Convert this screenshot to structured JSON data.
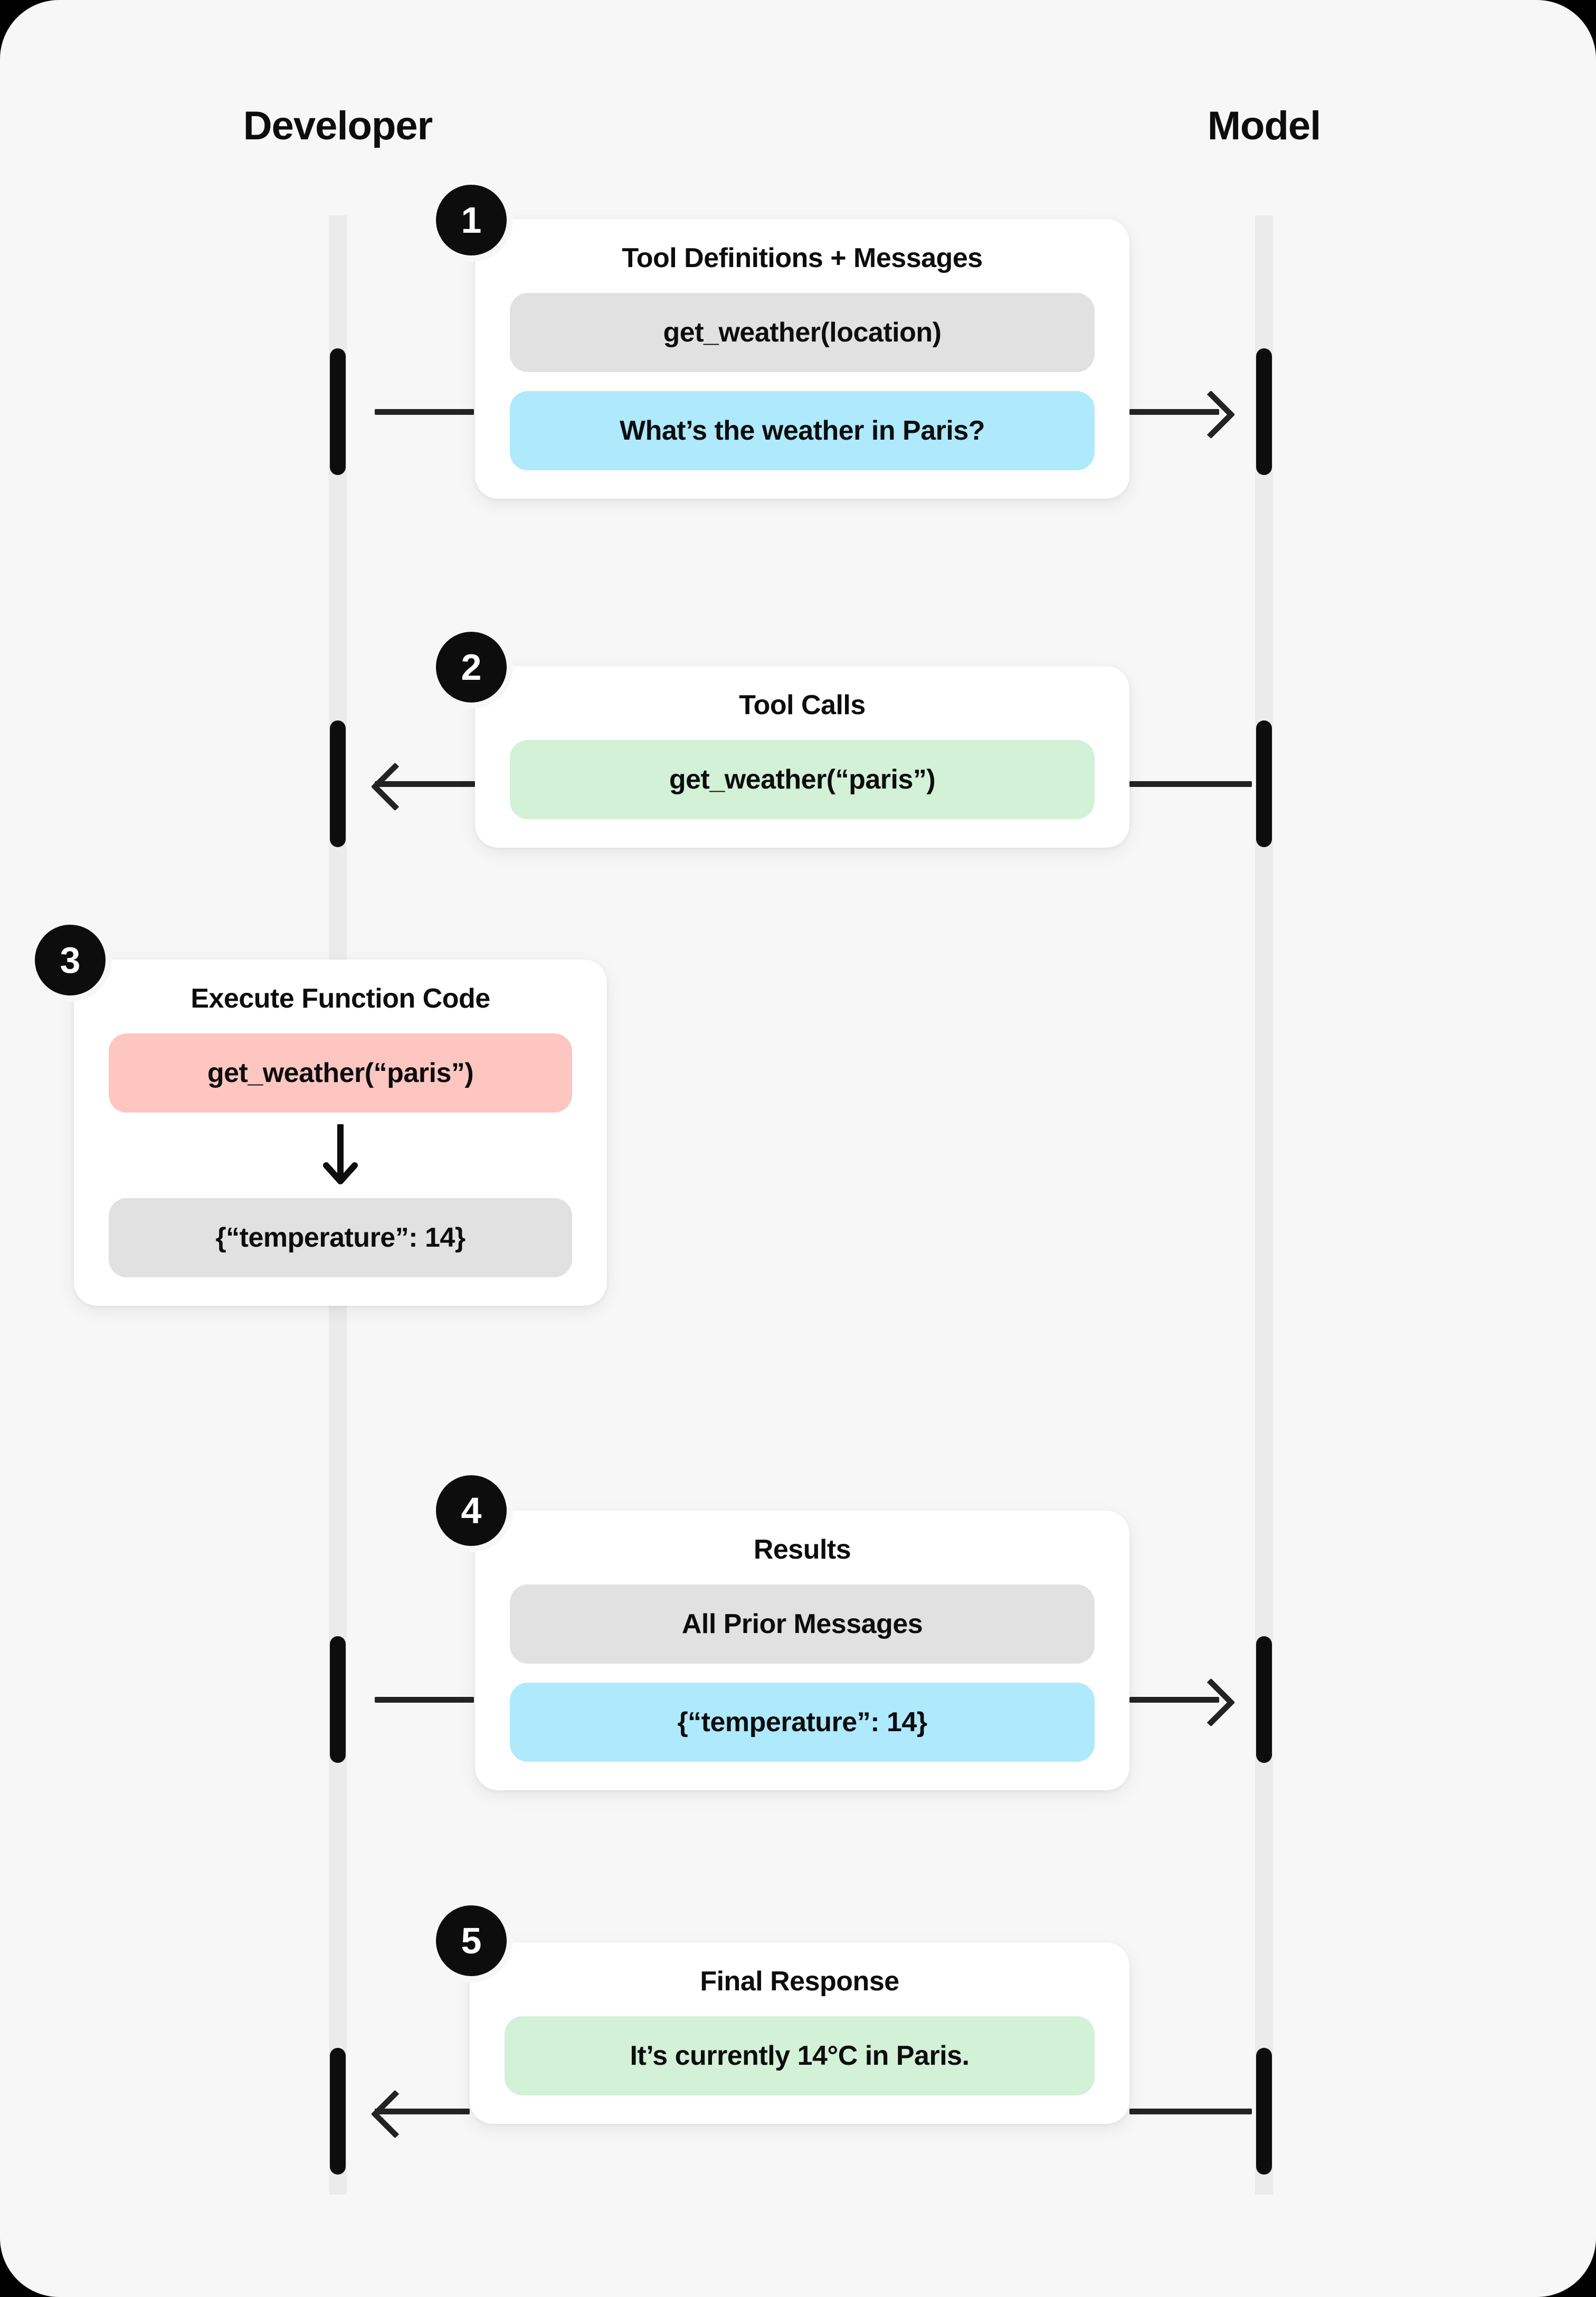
{
  "columns": {
    "left_label": "Developer",
    "right_label": "Model"
  },
  "colors": {
    "page_background": "#F7F7F7",
    "card_background": "#FFFFFF",
    "lifeline": "#EBEBEB",
    "ink": "#0D0D0D",
    "arrow": "#232323",
    "pill_gray": "#E1E1E1",
    "pill_blue": "#AEE9FC",
    "pill_green": "#D2F1D7",
    "pill_pink": "#FDC6C1"
  },
  "steps": [
    {
      "number": "1",
      "title": "Tool Definitions + Messages",
      "direction": "developer-to-model",
      "pills": [
        {
          "text": "get_weather(location)",
          "color": "gray"
        },
        {
          "text": "What’s the weather in Paris?",
          "color": "blue"
        }
      ]
    },
    {
      "number": "2",
      "title": "Tool Calls",
      "direction": "model-to-developer",
      "pills": [
        {
          "text": "get_weather(“paris”)",
          "color": "green"
        }
      ]
    },
    {
      "number": "3",
      "title": "Execute Function Code",
      "direction": "developer-internal",
      "pills": [
        {
          "text": "get_weather(“paris”)",
          "color": "pink"
        },
        {
          "text": "{“temperature”: 14}",
          "color": "gray"
        }
      ]
    },
    {
      "number": "4",
      "title": "Results",
      "direction": "developer-to-model",
      "pills": [
        {
          "text": "All Prior Messages",
          "color": "gray"
        },
        {
          "text": "{“temperature”: 14}",
          "color": "blue"
        }
      ]
    },
    {
      "number": "5",
      "title": "Final Response",
      "direction": "model-to-developer",
      "pills": [
        {
          "text": "It’s currently 14°C in Paris.",
          "color": "green"
        }
      ]
    }
  ]
}
